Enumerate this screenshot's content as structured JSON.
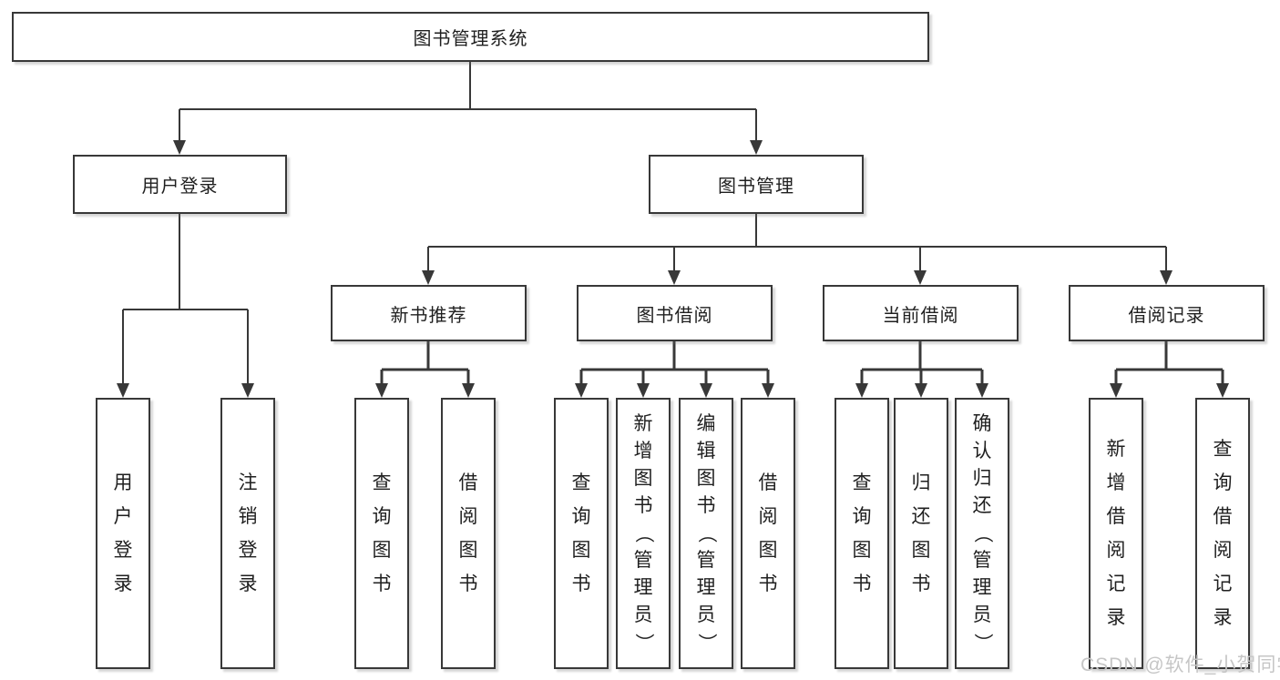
{
  "diagram": {
    "root": {
      "label": "图书管理系统"
    },
    "level2": [
      {
        "label": "用户登录",
        "children": [
          {
            "label": "用户登录"
          },
          {
            "label": "注销登录"
          }
        ]
      },
      {
        "label": "图书管理",
        "children": [
          {
            "label": "新书推荐",
            "children": [
              {
                "label": "查询图书"
              },
              {
                "label": "借阅图书"
              }
            ]
          },
          {
            "label": "图书借阅",
            "children": [
              {
                "label": "查询图书"
              },
              {
                "label": "新增图书（管理员）"
              },
              {
                "label": "编辑图书（管理员）"
              },
              {
                "label": "借阅图书"
              }
            ]
          },
          {
            "label": "当前借阅",
            "children": [
              {
                "label": "查询图书"
              },
              {
                "label": "归还图书"
              },
              {
                "label": "确认归还（管理员）"
              }
            ]
          },
          {
            "label": "借阅记录",
            "children": [
              {
                "label": "新增借阅记录"
              },
              {
                "label": "查询借阅记录"
              }
            ]
          }
        ]
      }
    ]
  },
  "watermark": {
    "text": "CSDN @软件_小贺同学",
    "color": "#c6c6c6"
  },
  "colors": {
    "line": "#383838",
    "text": "#1f1f1f",
    "box_fill": "#ffffff",
    "background": "#ffffff"
  }
}
